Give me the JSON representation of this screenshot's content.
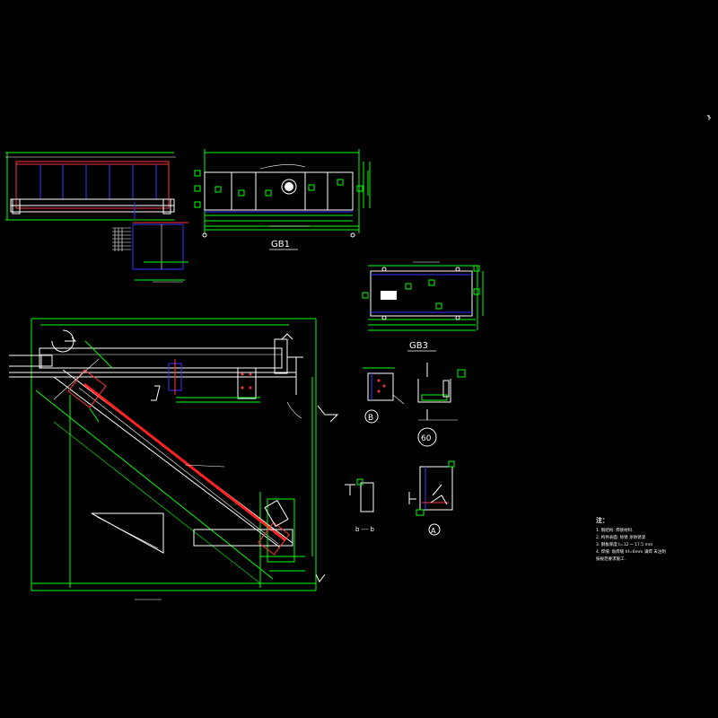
{
  "drawing": {
    "background_color": "#000000",
    "line_colors": {
      "structure": "#00ff00",
      "beam": "#ffffff",
      "plate": "#0000ff",
      "weld": "#ff0000",
      "annotation": "#ffffff",
      "marker": "#00ffff"
    }
  },
  "labels": {
    "gb1": "GB1",
    "gb3": "GB3",
    "section_60": "60",
    "section_b": "B",
    "section_a": "A",
    "cut_label": "b --- b",
    "notes_title": "注：",
    "notes": [
      "1. 钢结构: 焊接材料.",
      "2. 构件表面: 除锈 涂防锈漆.",
      "3. 钢板厚度 t=12 ~ 17.5 mm",
      "4. 焊缝: 角焊缝 hf=6mm 满焊 未注明",
      "按规范要求施工."
    ]
  }
}
